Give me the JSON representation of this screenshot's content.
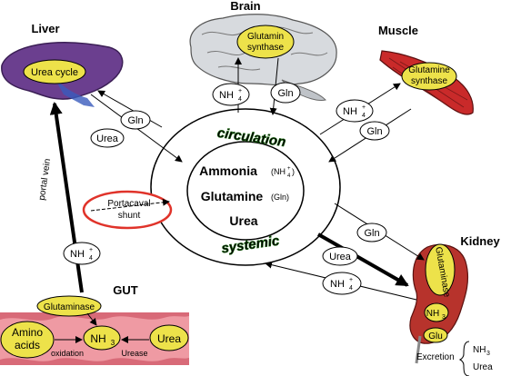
{
  "organs": {
    "liver": {
      "title": "Liver",
      "process": "Urea cycle"
    },
    "brain": {
      "title": "Brain",
      "enzyme_line1": "Glutamin",
      "enzyme_line2": "synthase"
    },
    "muscle": {
      "title": "Muscle",
      "enzyme_line1": "Glutamine",
      "enzyme_line2": "synthase"
    },
    "kidney": {
      "title": "Kidney",
      "enzyme": "Glutaminase",
      "product": "NH",
      "product_sub": "3",
      "glu": "Glu"
    },
    "gut": {
      "title": "GUT",
      "enzyme": "Glutaminase",
      "substrate_line1": "Amino",
      "substrate_line2": "acids",
      "product": "NH",
      "product_sub": "3",
      "urea": "Urea",
      "oxidation": "oxidation",
      "urease": "Urease"
    }
  },
  "circulation": {
    "label_top": "circulation",
    "label_bottom": "systemic",
    "ammonia": "Ammonia",
    "ammonia_abbr": "(NH",
    "ammonia_sup": "+",
    "ammonia_sub": "4",
    "ammonia_close": ")",
    "glutamine": "Glutamine",
    "glutamine_abbr": "(Gln)",
    "urea": "Urea"
  },
  "labels": {
    "gln": "Gln",
    "urea": "Urea",
    "nh4": "NH",
    "nh4_sub": "4",
    "nh4_sup": "+",
    "portal_vein": "portal vein",
    "portacaval_line1": "Portacaval",
    "portacaval_line2": "shunt",
    "excretion": "Excretion",
    "excretion_nh3": "NH",
    "excretion_nh3_sub": "3",
    "excretion_urea": "Urea"
  },
  "colors": {
    "enzyme_fill": "#ede24a",
    "circulation_green": "#3fbf2a",
    "shunt_red": "#e0332a",
    "liver": "#6b3f8f",
    "muscle": "#d23030",
    "kidney": "#b7332c",
    "gut": "#ef9aa3"
  }
}
